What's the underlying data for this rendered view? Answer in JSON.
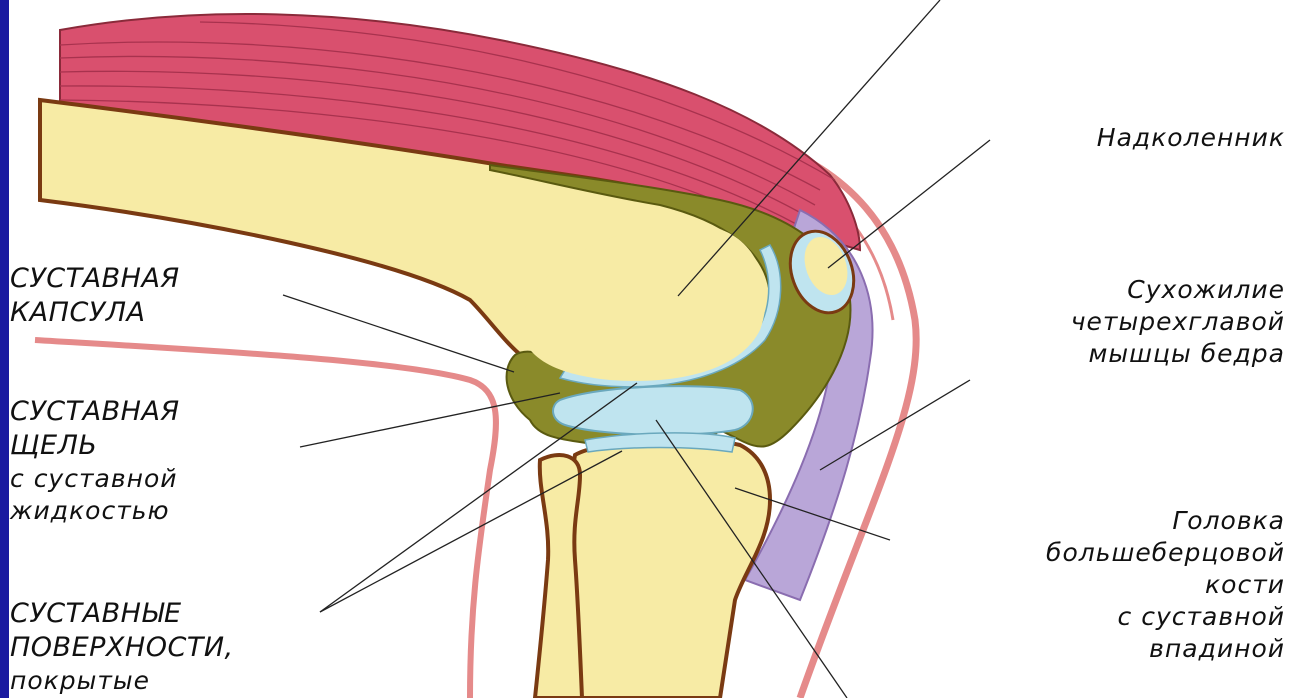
{
  "labels": {
    "kneecap": "Надколенник",
    "quad_tendon": [
      "Сухожилие",
      "четырехглавой",
      "мышцы бедра"
    ],
    "capsule": [
      "СУСТАВНАЯ",
      "КАПСУЛА"
    ],
    "joint_space": [
      "СУСТАВНАЯ",
      "ЩЕЛЬ"
    ],
    "joint_space_note": [
      "с суставной",
      "жидкостью"
    ],
    "surfaces": [
      "СУСТАВНЫЕ",
      "ПОВЕРХНОСТИ,"
    ],
    "surfaces_note": "покрытые",
    "tibia_head": [
      "Головка",
      "большеберцовой",
      "кости",
      "с суставной",
      "впадиной"
    ]
  },
  "colors": {
    "frame_bar": "#1a1aa0",
    "muscle": "#d9506e",
    "bone": "#f7eba5",
    "capsule": "#8a8a2a",
    "cartilage": "#bfe4ef",
    "skin_line": "#e58a8a",
    "tendon": "#b9a6d8",
    "outline": "#7a3a12"
  }
}
